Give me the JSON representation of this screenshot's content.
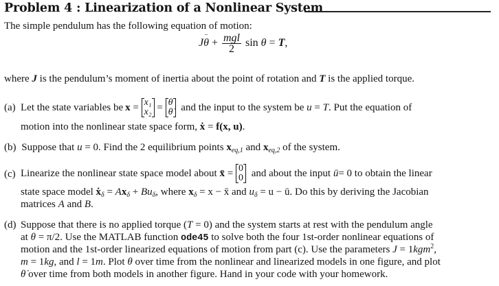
{
  "title": "Problem 4 : Linearization of a Nonlinear System",
  "intro": "The simple pendulum has the following equation of motion:",
  "equation": {
    "lhs_term1": "J",
    "theta_ddot": "θ",
    "plus": "+",
    "frac_num": "mgl",
    "frac_den": "2",
    "sin": "sin",
    "theta": "θ",
    "equals": "=",
    "rhs": "T",
    "comma": ","
  },
  "where_text": {
    "pre": "where ",
    "J": "J",
    "mid": " is the pendulum’s moment of inertia about the point of rotation and ",
    "T": "T",
    "post": " is the applied torque."
  },
  "parts": {
    "a": {
      "label": "(a)",
      "line1_pre": "Let the state variables be ",
      "x_bold": "x",
      "eq": " = ",
      "matrix1": [
        "x₁",
        "x₂"
      ],
      "eq2": " = ",
      "matrix2": [
        "θ",
        "θ̇"
      ],
      "line1_post": " and the input to the system be ",
      "u": "u",
      "eq3": " = ",
      "T": "T",
      "line1_end": ". Put the equation of",
      "line2_pre": "motion into the nonlinear state space form, ",
      "xdot": "ẋ",
      "line2_eq": " = ",
      "f": "f",
      "line2_args": "(x, u)",
      "line2_end": "."
    },
    "b": {
      "label": "(b)",
      "pre": "Suppose that ",
      "u": "u",
      "mid1": " = 0. Find the 2 equilibrium points ",
      "x1": "x",
      "x1_sub": "eq,1",
      "and": " and ",
      "x2": "x",
      "x2_sub": "eq,2",
      "post": " of the system."
    },
    "c": {
      "label": "(c)",
      "line1_pre": "Linearize the nonlinear state space model about ",
      "xbar": "x̄",
      "eq": " = ",
      "matrix": [
        "0",
        "0"
      ],
      "line1_mid": " and about the input ",
      "ubar": "ū",
      "line1_post": " = 0 to obtain the linear",
      "line2_pre": "state space model ",
      "xdot_delta": "ẋ",
      "delta": "δ",
      "line2_eq": " = ",
      "A": "A",
      "x_delta": "x",
      "plus": " + ",
      "B": "B",
      "u_delta": "u",
      "line2_where": ", where ",
      "x_delta2": "x",
      "line2_def1": " = x − x̄ and ",
      "u_delta2": "u",
      "line2_def2": " = u − ū. Do this by deriving the Jacobian",
      "line3_pre": "matrices ",
      "A2": "A",
      "line3_and": " and ",
      "B2": "B",
      "line3_end": "."
    },
    "d": {
      "label": "(d)",
      "line1": "Suppose that there is no applied torque (T = 0) and the system starts at rest with the pendulum angle",
      "line1_pre": "Suppose that there is no applied torque (",
      "line1_T": "T",
      "line1_post": " = 0) and the system starts at rest with the pendulum angle",
      "line2_pre": "at ",
      "line2_theta": "θ",
      "line2_val": " = π/2. Use the MATLAB function ",
      "line2_code": "ode45",
      "line2_post": " to solve both the four 1st-order nonlinear equations of",
      "line3_pre": "motion and the 1st-order linearized equations of motion from part (c). Use the parameters ",
      "line3_J": "J",
      "line3_val": " = 1",
      "line3_unit": "kgm",
      "line3_sup": "2",
      "line3_end": ",",
      "line4_m": "m",
      "line4_a": " = 1",
      "line4_kg": "kg",
      "line4_b": ", and ",
      "line4_l": "l",
      "line4_c": " = 1",
      "line4_unit": "m",
      "line4_d": ". Plot ",
      "line4_theta": "θ",
      "line4_post": " over time from the nonlinear and linearized models in one figure, and plot",
      "line5_theta_dot": "θ̇",
      "line5_post": " over time from both models in another figure. Hand in your code with your homework."
    }
  }
}
